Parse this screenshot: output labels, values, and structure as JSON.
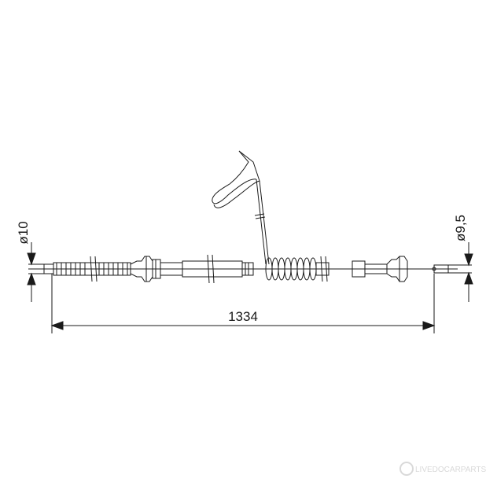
{
  "drawing": {
    "length_label": "1334",
    "left_diameter_label": "ø10",
    "right_diameter_label": "ø9,5",
    "watermark_text": "LIVEDOCARPARTS"
  },
  "colors": {
    "line": "#1a1a1a",
    "background": "#ffffff",
    "watermark": "#d9d9d9"
  }
}
